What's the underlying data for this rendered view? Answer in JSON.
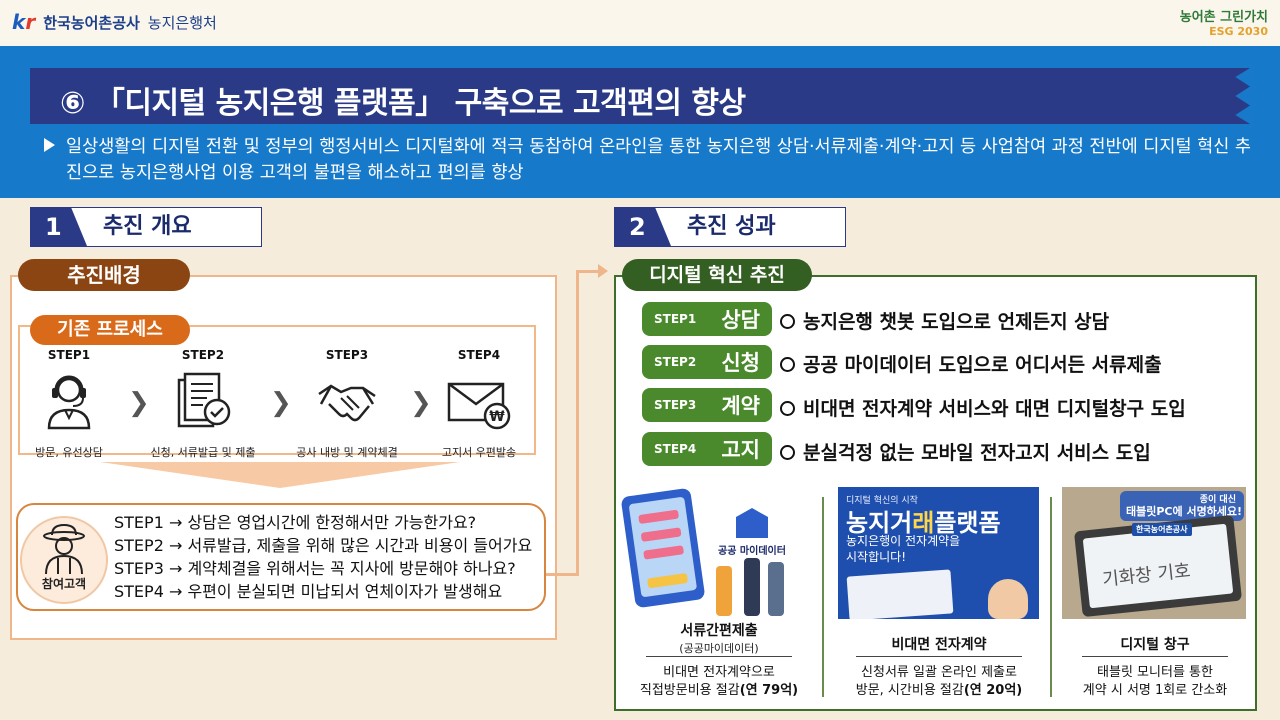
{
  "header": {
    "logo_mark": "kr",
    "logo_org": "한국농어촌공사",
    "logo_dept": "농지은행처",
    "esg_top": "농어촌 그린가치",
    "esg_sub": "ESG 2030"
  },
  "title": "⑥ 「디지털 농지은행 플랫폼」 구축으로 고객편의 향상",
  "intro": "일상생활의 디지털 전환 및 정부의 행정서비스 디지털화에 적극 동참하여 온라인을 통한 농지은행 상담·서류제출·계약·고지 등 사업참여 과정 전반에 디지털 혁신 추진으로 농지은행사업 이용 고객의 불편을 해소하고 편의를 향상",
  "left": {
    "number": "1",
    "heading": "추진 개요",
    "background_label": "추진배경",
    "process_label": "기존 프로세스",
    "steps": [
      {
        "label": "STEP1",
        "caption": "방문, 유선상담",
        "icon": "headset-agent-icon"
      },
      {
        "label": "STEP2",
        "caption": "신청, 서류발급 및 제출",
        "icon": "document-check-icon"
      },
      {
        "label": "STEP3",
        "caption": "공사 내방 및 계약체결",
        "icon": "handshake-icon"
      },
      {
        "label": "STEP4",
        "caption": "고지서 우편발송",
        "icon": "envelope-won-icon"
      }
    ],
    "customer_label": "참여고객",
    "customer_lines": [
      "STEP1 → 상담은 영업시간에 한정해서만 가능한가요?",
      "STEP2 → 서류발급, 제출을 위해 많은 시간과 비용이 들어가요",
      "STEP3 → 계약체결을 위해서는 꼭 지사에 방문해야 하나요?",
      "STEP4 → 우편이 분실되면 미납되서 연체이자가 발생해요"
    ]
  },
  "right": {
    "number": "2",
    "heading": "추진 성과",
    "innovation_label": "디지털 혁신 추진",
    "steps": [
      {
        "key": "STEP1",
        "word": "상담",
        "desc": "농지은행 챗봇 도입으로 언제든지 상담"
      },
      {
        "key": "STEP2",
        "word": "신청",
        "desc": "공공 마이데이터 도입으로 어디서든 서류제출"
      },
      {
        "key": "STEP3",
        "word": "계약",
        "desc": "비대면 전자계약 서비스와 대면 디지털창구 도입"
      },
      {
        "key": "STEP4",
        "word": "고지",
        "desc": "분실걱정 없는 모바일 전자고지 서비스 도입"
      }
    ],
    "cards": [
      {
        "title": "서류간편제출",
        "subtitle": "(공공마이데이터)",
        "desc1": "비대면 전자계약으로",
        "desc2_pre": "직접방문비용 절감",
        "desc2_bold": "(연 79억)",
        "img_text_logo": "공공 마이데이터"
      },
      {
        "title": "비대면 전자계약",
        "desc1": "신청서류 일괄 온라인 제출로",
        "desc2_pre": "방문, 시간비용 절감",
        "desc2_bold": "(연 20억)",
        "img_small": "디지털 혁신의 시작",
        "img_big_pre": "농지거",
        "img_big_hl": "래",
        "img_big_post": "플랫폼",
        "img_line1": "농지은행이 전자계약을",
        "img_line2": "시작합니다!"
      },
      {
        "title": "디지털 창구",
        "desc1": "태블릿 모니터를 통한",
        "desc2_pre": "계약 시 서명 1회로 간소화",
        "img_sign_small": "종이 대신",
        "img_sign_big": "태블릿PC에 서명하세요!",
        "img_org": "한국농어촌공사",
        "img_scrawl": "기화창 기호"
      }
    ]
  },
  "colors": {
    "band": "#1679c9",
    "title_bar": "#2a3a86",
    "brown": "#8a4512",
    "orange": "#d96a1a",
    "green_dark": "#345f22",
    "green_badge": "#4a8a2c"
  }
}
